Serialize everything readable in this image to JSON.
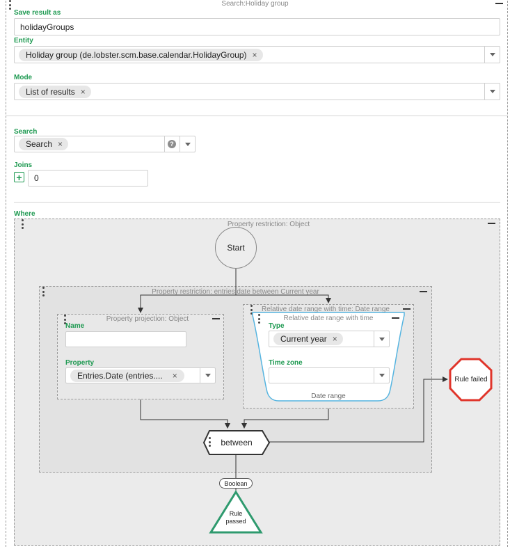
{
  "top_container": {
    "title": "Search:Holiday group"
  },
  "save_result": {
    "label": "Save result as",
    "value": "holidayGroups"
  },
  "entity": {
    "label": "Entity",
    "chip": "Holiday group (de.lobster.scm.base.calendar.HolidayGroup)"
  },
  "mode": {
    "label": "Mode",
    "chip": "List of results"
  },
  "search": {
    "label": "Search",
    "chip": "Search",
    "help": "?"
  },
  "joins": {
    "label": "Joins",
    "value": "0"
  },
  "where": {
    "label": "Where"
  },
  "object_restriction": {
    "title": "Property restriction: Object"
  },
  "start_node": {
    "label": "Start"
  },
  "entries_restriction": {
    "title": "Property restriction: entries date between Current year"
  },
  "projection": {
    "title": "Property projection: Object",
    "name_label": "Name",
    "name_value": "",
    "property_label": "Property",
    "property_chip": "Entries.Date (entries...."
  },
  "date_range_outer": {
    "title": "Relative date range with time: Date range"
  },
  "date_range_inner": {
    "title": "Relative date range with time",
    "type_label": "Type",
    "type_chip": "Current year",
    "timezone_label": "Time zone",
    "timezone_value": "",
    "footer": "Date range"
  },
  "rule_failed": {
    "label": "Rule failed",
    "color": "#e0352b"
  },
  "between_node": {
    "label": "between"
  },
  "boolean_badge": {
    "label": "Boolean"
  },
  "rule_passed": {
    "line1": "Rule",
    "line2": "passed",
    "color": "#2e9a6e"
  },
  "chip_remove_glyph": "×",
  "accent_color": "#1f9a52"
}
